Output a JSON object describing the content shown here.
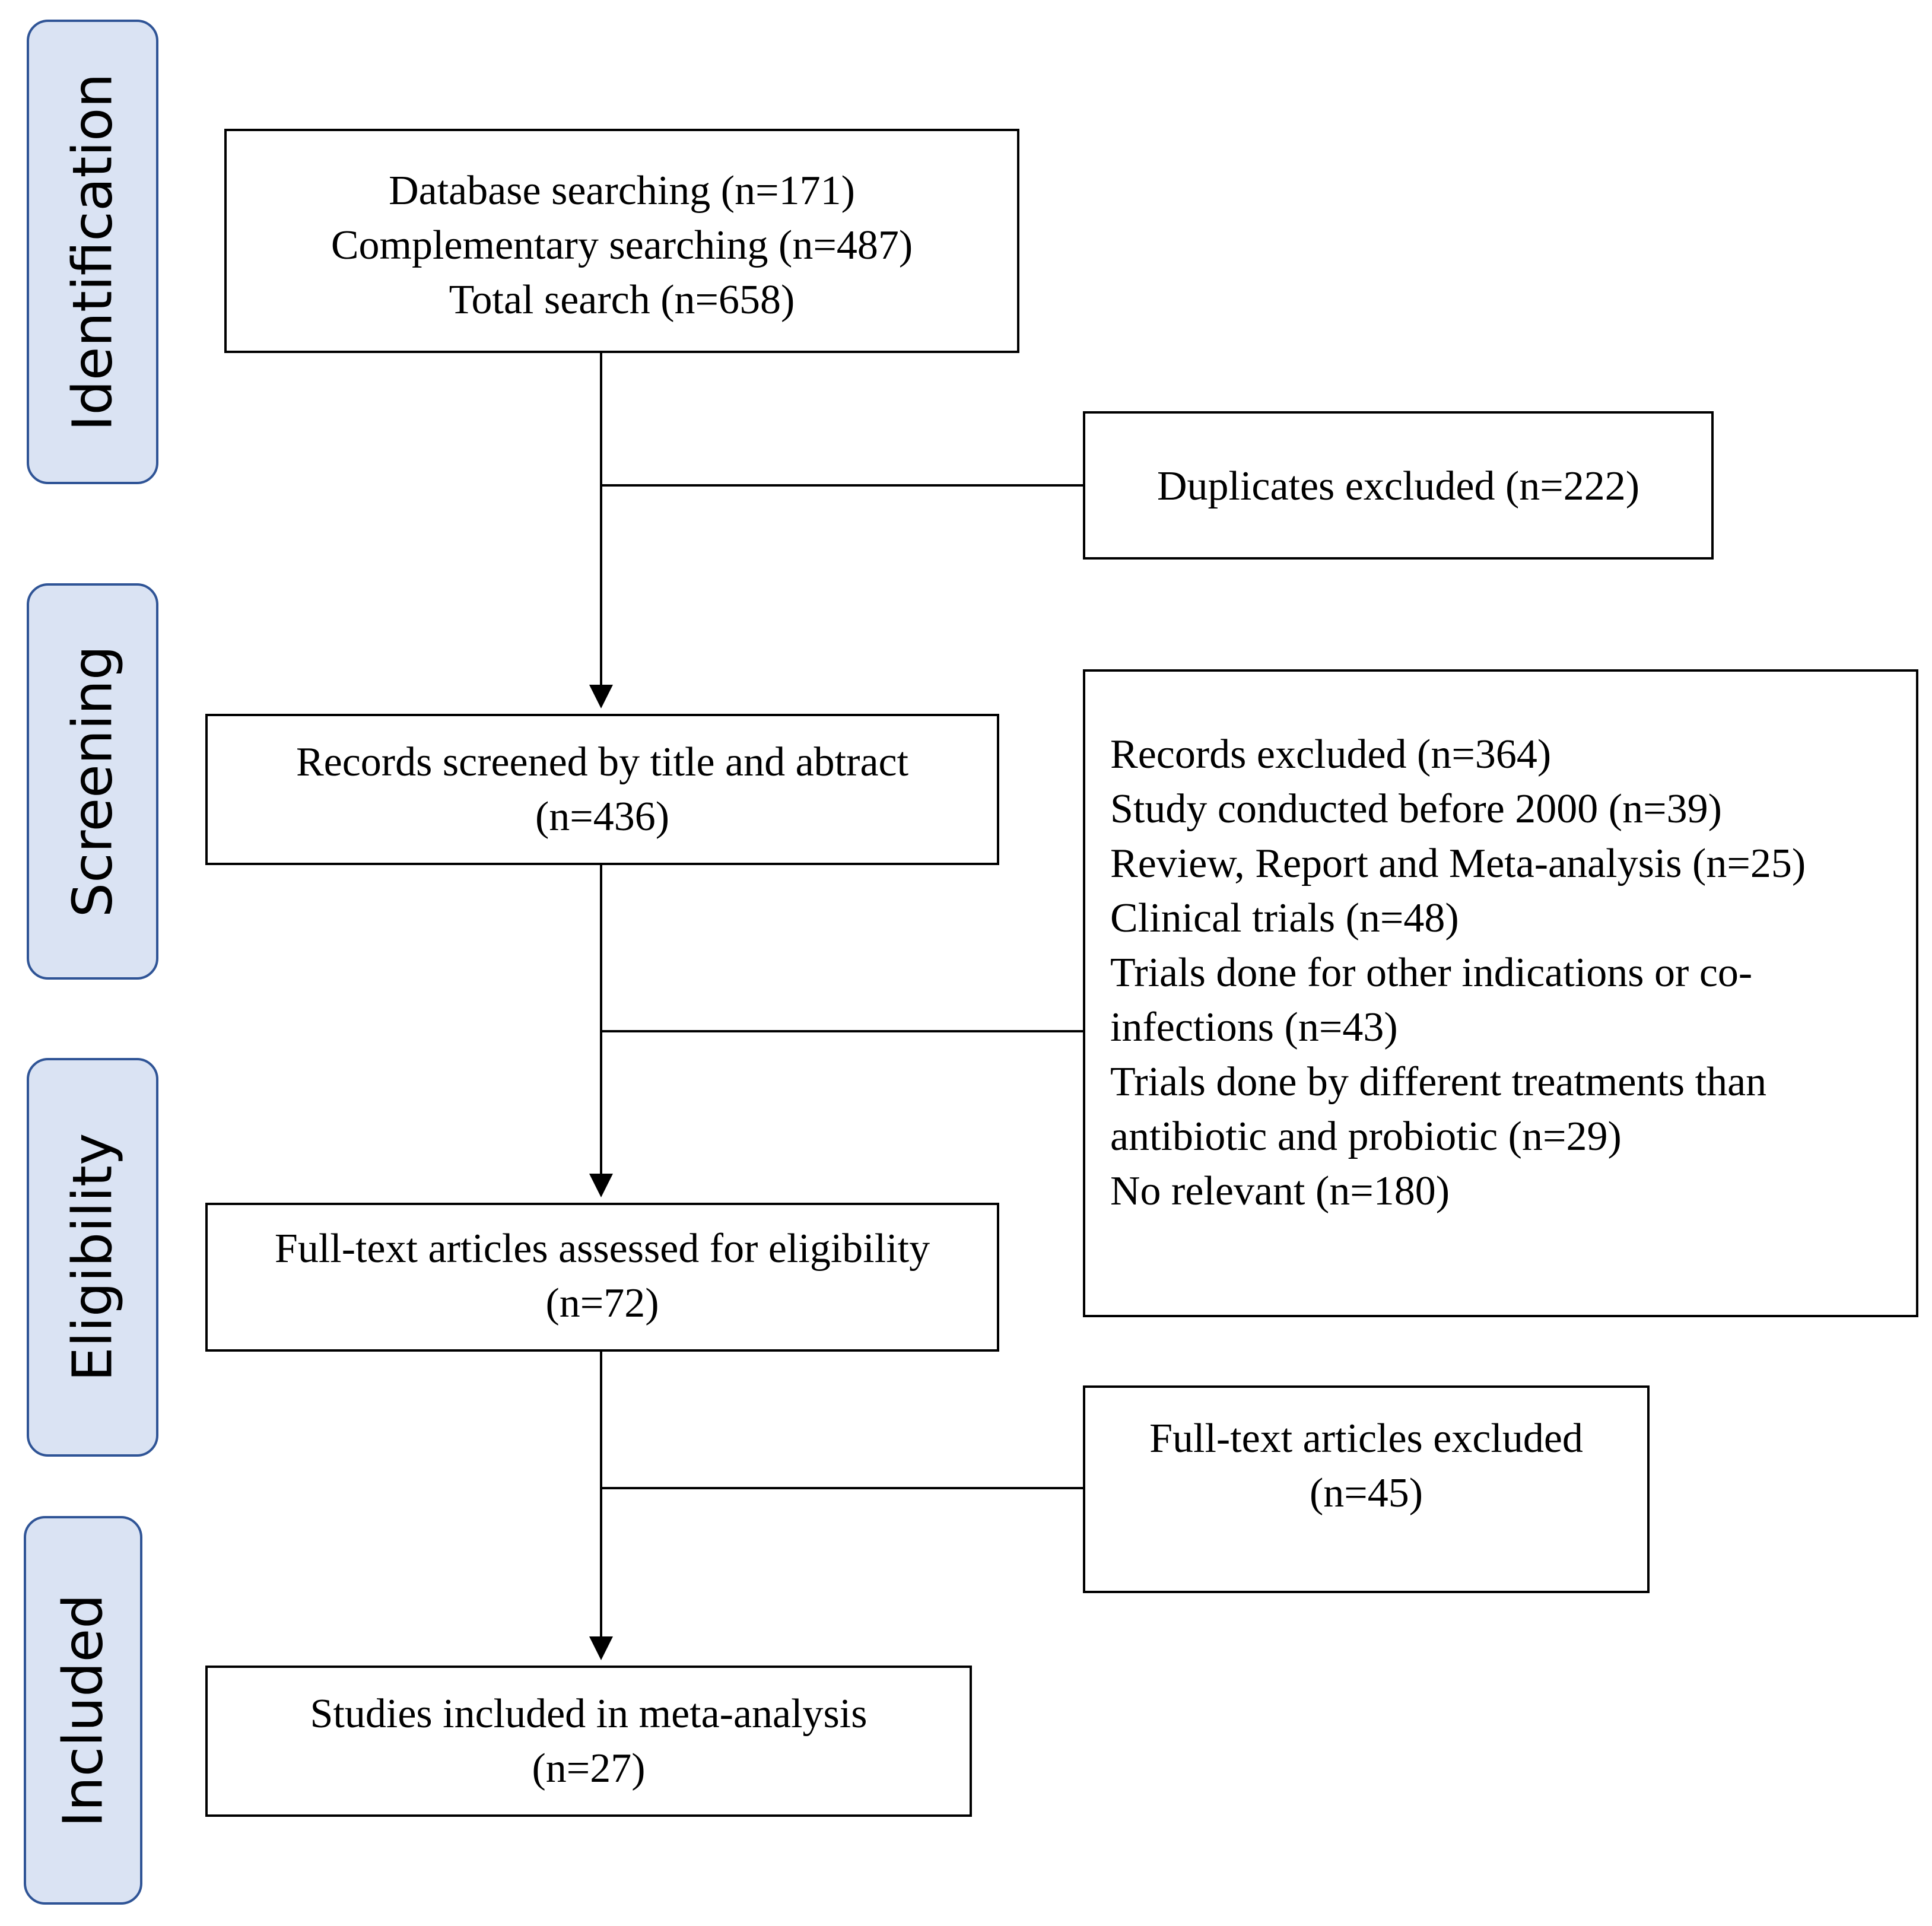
{
  "stages": {
    "identification": "Identification",
    "screening": "Screening",
    "eligibility": "Eligibility",
    "included": "Included"
  },
  "search_box": {
    "line1": "Database searching (n=171)",
    "line2": "Complementary searching (n=487)",
    "line3": "Total search (n=658)"
  },
  "duplicates_box": {
    "line1": "Duplicates excluded (n=222)"
  },
  "screened_box": {
    "line1": "Records screened by title and abtract",
    "line2": "(n=436)"
  },
  "records_excluded_box": {
    "line1": "Records excluded (n=364)",
    "line2": "Study conducted before 2000 (n=39)",
    "line3": "Review, Report and Meta-analysis (n=25)",
    "line4": "Clinical trials (n=48)",
    "line5": "Trials done for other indications or co-",
    "line6": "infections (n=43)",
    "line7": "Trials done by different treatments than",
    "line8": "antibiotic and probiotic (n=29)",
    "line9": "No relevant (n=180)"
  },
  "eligibility_box": {
    "line1": "Full-text articles assessed for eligibility",
    "line2": "(n=72)"
  },
  "fulltext_excluded_box": {
    "line1": "Full-text articles excluded",
    "line2": "(n=45)"
  },
  "included_box": {
    "line1": "Studies included in meta-analysis",
    "line2": "(n=27)"
  }
}
